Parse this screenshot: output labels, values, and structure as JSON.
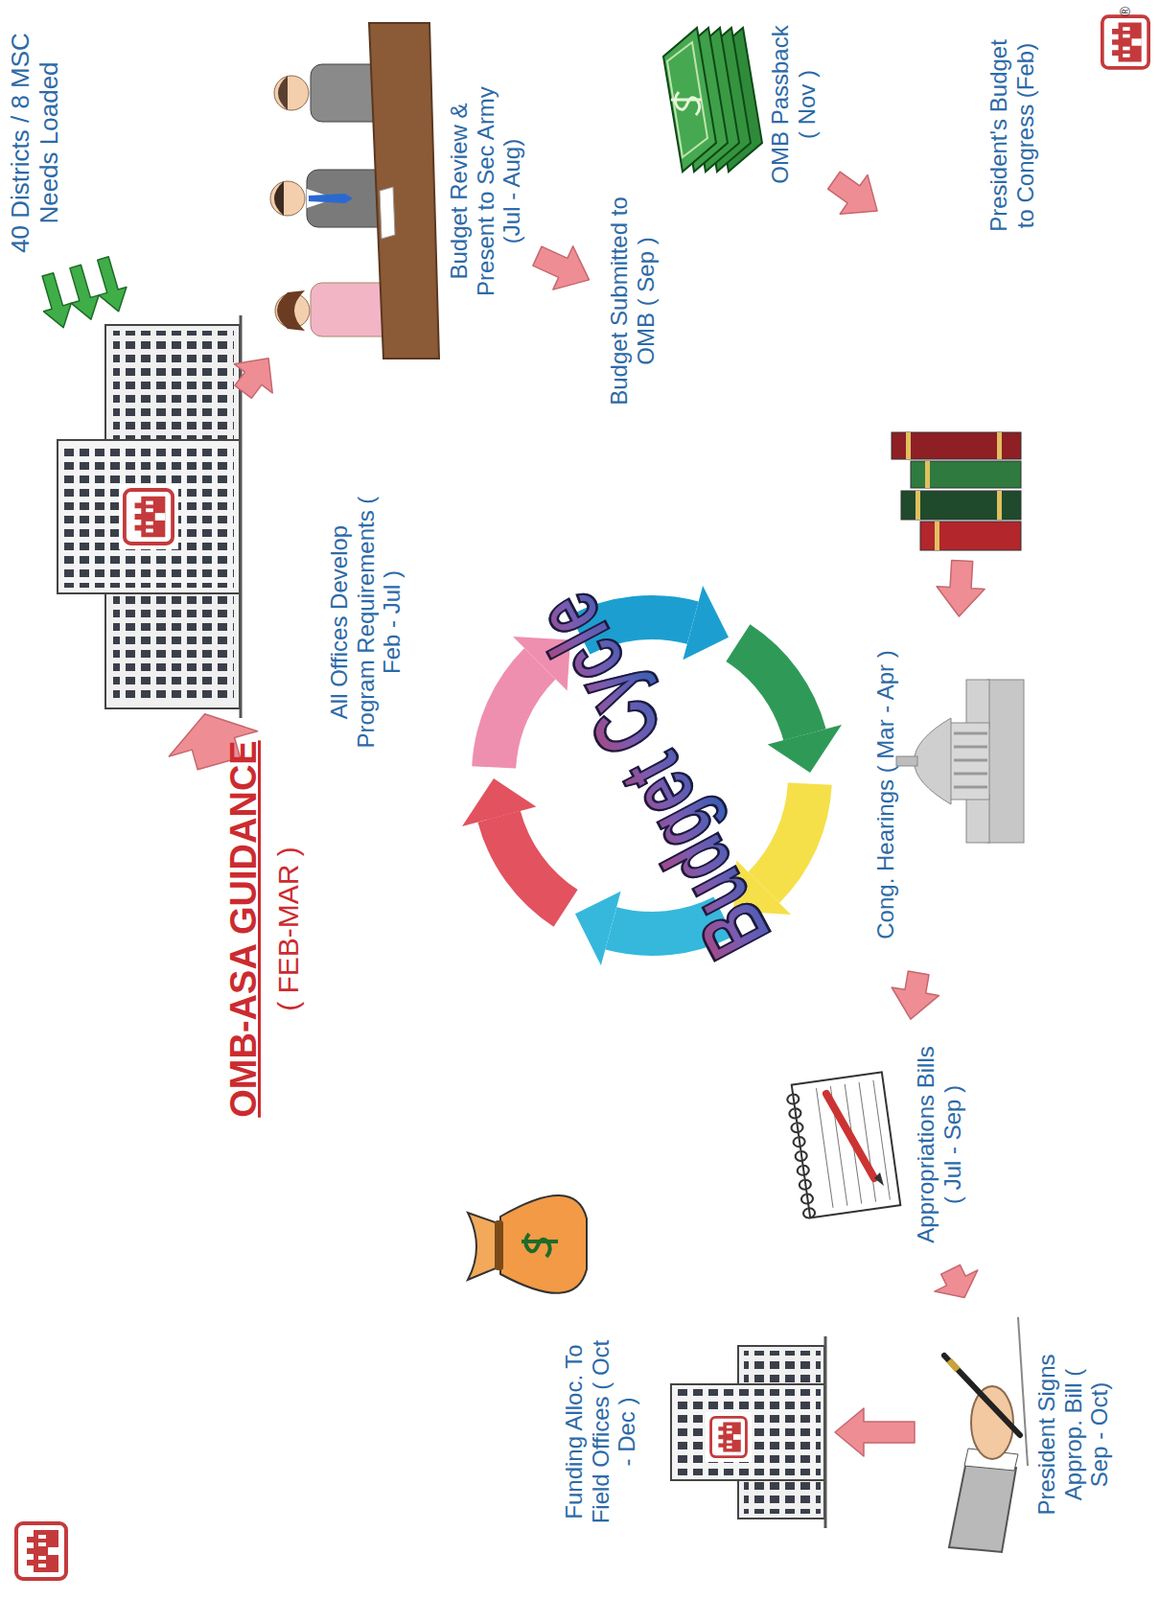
{
  "diagram": {
    "title": "Budget Cycle",
    "nodes": [
      {
        "text": [
          "OMB-ASA GUIDANCE",
          "( FEB-MAR )"
        ]
      },
      {
        "text": [
          "All Offices Develop Program Requirements ( Feb - Jul )"
        ]
      },
      {
        "text": [
          "40 Districts / 8 MSC Needs Loaded"
        ]
      },
      {
        "text": [
          "Budget Review & Present to Sec Army (Jul - Aug)"
        ]
      },
      {
        "text": [
          "Budget Submitted to OMB ( Sep )"
        ]
      },
      {
        "text": [
          "OMB Passback ( Nov )"
        ]
      },
      {
        "text": [
          "President's Budget to Congress (Feb)"
        ]
      },
      {
        "text": [
          "Cong. Hearings ( Mar - Apr )"
        ]
      },
      {
        "text": [
          "Appropriations Bills ( Jul - Sep )"
        ]
      },
      {
        "text": [
          "President Signs Approp. Bill ( Sep - Oct)"
        ]
      },
      {
        "text": [
          "Funding Alloc. To Field Offices ( Oct - Dec )"
        ]
      }
    ],
    "edges": [
      {
        "from": 0,
        "to": 1,
        "arrow": "to"
      },
      {
        "from": 2,
        "to": 1,
        "arrow": "to"
      },
      {
        "from": 1,
        "to": 3,
        "arrow": "to"
      },
      {
        "from": 3,
        "to": 4,
        "arrow": "to"
      },
      {
        "from": 5,
        "to": 6,
        "arrow": "to"
      },
      {
        "from": 6,
        "to": 7,
        "arrow": "to"
      },
      {
        "from": 7,
        "to": 8,
        "arrow": "to"
      },
      {
        "from": 8,
        "to": 9,
        "arrow": "to"
      },
      {
        "from": 9,
        "to": 10,
        "arrow": "to"
      }
    ],
    "labels": [
      "®"
    ]
  }
}
